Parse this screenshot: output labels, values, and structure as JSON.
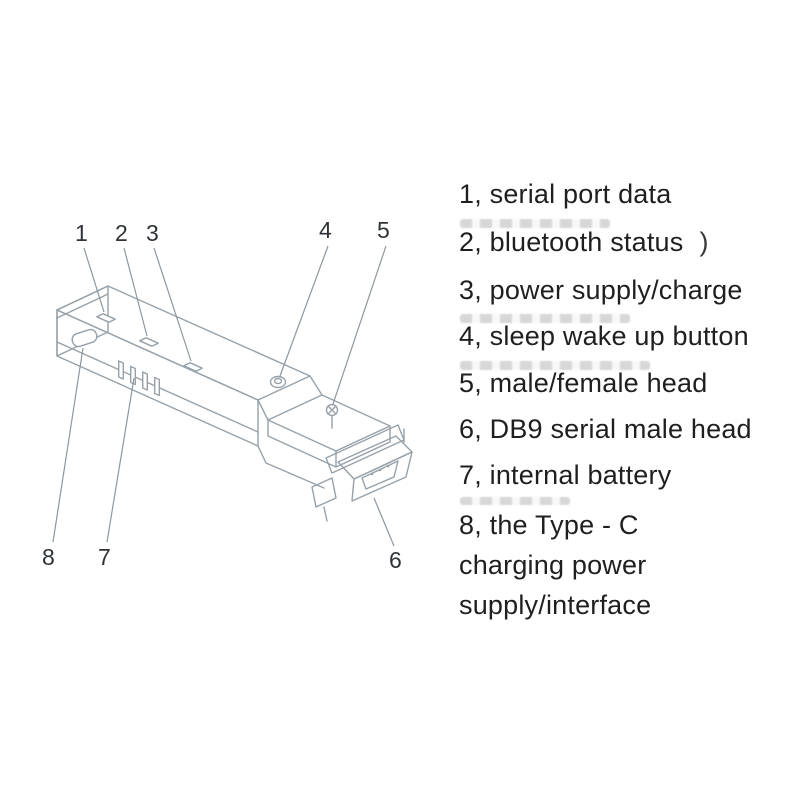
{
  "colors": {
    "line": "#97a1a9",
    "leader": "#8d979f",
    "text": "#1f1f1f"
  },
  "callouts": {
    "n1": "1",
    "n2": "2",
    "n3": "3",
    "n4": "4",
    "n5": "5",
    "n6": "6",
    "n7": "7",
    "n8": "8"
  },
  "legend": {
    "items": [
      {
        "lines": [
          "1, serial port data"
        ]
      },
      {
        "lines": [
          "2, bluetooth status"
        ],
        "suffix": ")"
      },
      {
        "lines": [
          "3, power supply/charge"
        ]
      },
      {
        "lines": [
          "4, sleep wake up button"
        ]
      },
      {
        "lines": [
          "5, male/female head"
        ]
      },
      {
        "lines": [
          "6, DB9 serial male head"
        ]
      },
      {
        "lines": [
          "7, internal battery"
        ]
      },
      {
        "lines": [
          "8, the Type - C",
          "charging power",
          "supply/interface"
        ]
      }
    ]
  },
  "device": {
    "parts": [
      "serial-port-data-led",
      "bluetooth-status-led",
      "power-supply-charge-led",
      "sleep-wake-up-button",
      "male-female-head",
      "db9-serial-male-head",
      "internal-battery-vents",
      "type-c-charging-port"
    ]
  }
}
